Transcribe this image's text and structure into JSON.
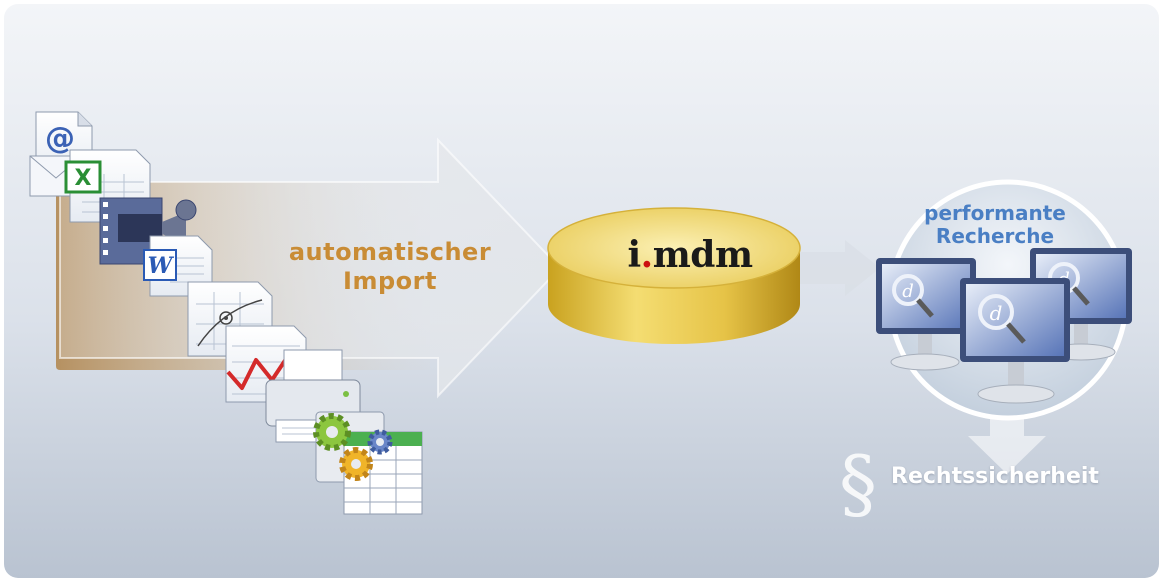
{
  "diagram": {
    "import_label": {
      "line1": "automatischer",
      "line2": "Import"
    },
    "database_label": {
      "prefix": "i",
      "dot": ".",
      "name": "mdm"
    },
    "research_label": {
      "line1": "performante",
      "line2": "Recherche"
    },
    "legal_label": "Rechtssicherheit",
    "section_symbol": "§",
    "at_symbol": "@",
    "excel_letter": "X",
    "word_letter": "W",
    "search_letter": "d"
  },
  "colors": {
    "accent_import": "#c98c35",
    "accent_research": "#4a7fc4",
    "database_gold": "#e8c64a",
    "brand_red": "#cc1111"
  },
  "icons": [
    "email-icon",
    "excel-icon",
    "video-icon",
    "word-icon",
    "cad-drawing-icon",
    "line-chart-icon",
    "printer-icon",
    "gear-spreadsheet-icon",
    "database-icon",
    "monitor-search-icon",
    "section-symbol-icon"
  ]
}
